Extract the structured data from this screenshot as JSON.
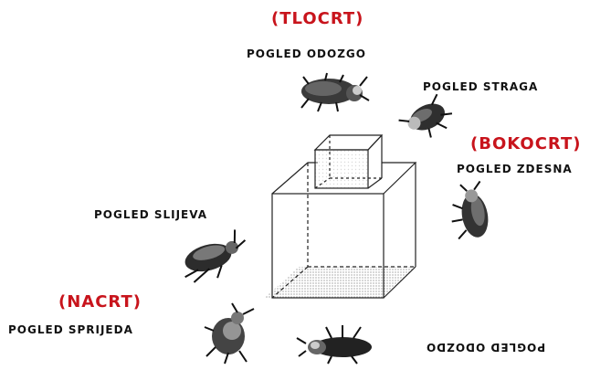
{
  "labels": {
    "tlocrt": "(TLOCRT)",
    "pogled_odozgo": "POGLED ODOZGO",
    "pogled_straga": "POGLED STRAGA",
    "bokocrt": "(BOKOCRT)",
    "pogled_zdesna": "POGLED ZDESNA",
    "pogled_slijeva": "POGLED SLIJEVA",
    "nacrt": "(NACRT)",
    "pogled_sprijeda": "POGLED SPRIJEDA",
    "pogled_odozdo": "POGLED ODOZDO"
  },
  "colors": {
    "accent_red": "#c8141c",
    "ink": "#111111"
  },
  "icons": [
    "beetle-icon-top",
    "beetle-icon-back",
    "beetle-icon-right",
    "beetle-icon-left",
    "beetle-icon-front",
    "beetle-icon-bottom"
  ]
}
